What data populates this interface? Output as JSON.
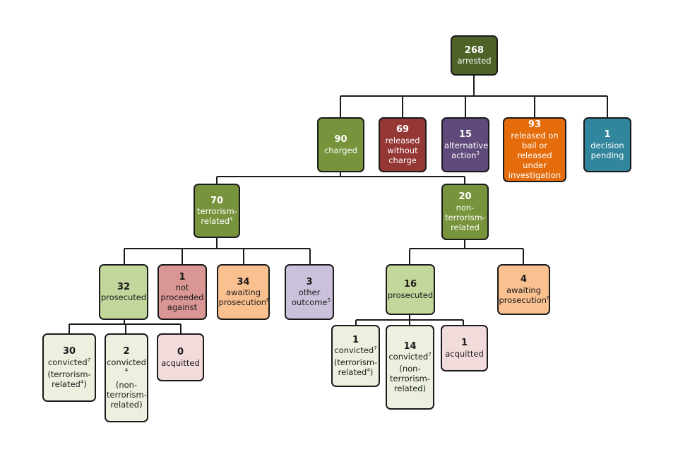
{
  "nodes": {
    "arrested": {
      "count": "268",
      "label": "arrested",
      "color": "#4f6228"
    },
    "charged": {
      "count": "90",
      "label": "charged",
      "color": "#77933c"
    },
    "released_wo": {
      "count": "69",
      "label": "released without charge",
      "color": "#953735"
    },
    "alternative": {
      "count": "15",
      "label": "alternative action",
      "note": "3",
      "color": "#604a7b"
    },
    "bail": {
      "count": "93",
      "label": "released on bail or released under investigation",
      "color": "#e46c0a"
    },
    "pending": {
      "count": "1",
      "label": "decision pending",
      "color": "#31859c"
    },
    "terror": {
      "count": "70",
      "label": "terrorism-related",
      "note": "4",
      "color": "#77933c"
    },
    "nonterror": {
      "count": "20",
      "label": "non-terrorism-related",
      "color": "#77933c"
    },
    "t_prosecuted": {
      "count": "32",
      "label": "prosecuted",
      "color": "#c3d69b"
    },
    "t_notproceeded": {
      "count": "1",
      "label": "not proceeded against",
      "color": "#d99694"
    },
    "t_awaiting": {
      "count": "34",
      "label": "awaiting prosecution",
      "note": "6",
      "color": "#fac090"
    },
    "t_other": {
      "count": "3",
      "label": "other outcome",
      "note": "5",
      "color": "#ccc1da"
    },
    "n_prosecuted": {
      "count": "16",
      "label": "prosecuted",
      "color": "#c3d69b"
    },
    "n_awaiting": {
      "count": "4",
      "label": "awaiting prosecution",
      "note": "6",
      "color": "#fac090"
    },
    "t_conv_terror": {
      "count": "30",
      "label_main": "convicted",
      "note": "7",
      "label_sub": "(terrorism-related",
      "sub_note": "4",
      "label_close": ")",
      "color": "#ebf1de"
    },
    "t_conv_non": {
      "count": "2",
      "label_main": "convicted",
      "note": "4",
      "label_sub": "(non-terrorism-related)",
      "color": "#ebf1de"
    },
    "t_acquitted": {
      "count": "0",
      "label": "acquitted",
      "color": "#f2dcdb"
    },
    "n_conv_terror": {
      "count": "1",
      "label_main": "convicted",
      "note": "7",
      "label_sub": "(terrorism-related",
      "sub_note": "4",
      "label_close": ")",
      "color": "#ebf1de"
    },
    "n_conv_non": {
      "count": "14",
      "label_main": "convicted",
      "note": "7",
      "label_sub": "(non-terrorism-related)",
      "color": "#ebf1de"
    },
    "n_acquitted": {
      "count": "1",
      "label": "acquitted",
      "color": "#f2dcdb"
    }
  }
}
